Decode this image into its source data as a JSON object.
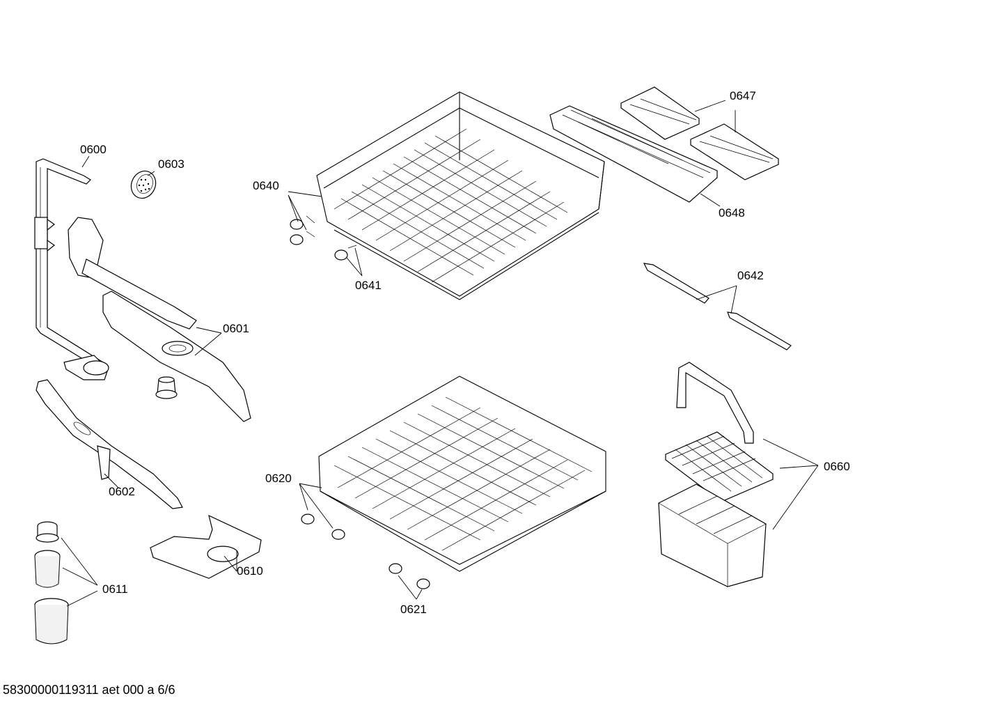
{
  "labels": {
    "p0600": "0600",
    "p0601": "0601",
    "p0602": "0602",
    "p0603": "0603",
    "p0610": "0610",
    "p0611": "0611",
    "p0620": "0620",
    "p0621": "0621",
    "p0640": "0640",
    "p0641": "0641",
    "p0642": "0642",
    "p0647": "0647",
    "p0648": "0648",
    "p0660": "0660"
  },
  "footer": "58300000119311 aet 000 a 6/6"
}
